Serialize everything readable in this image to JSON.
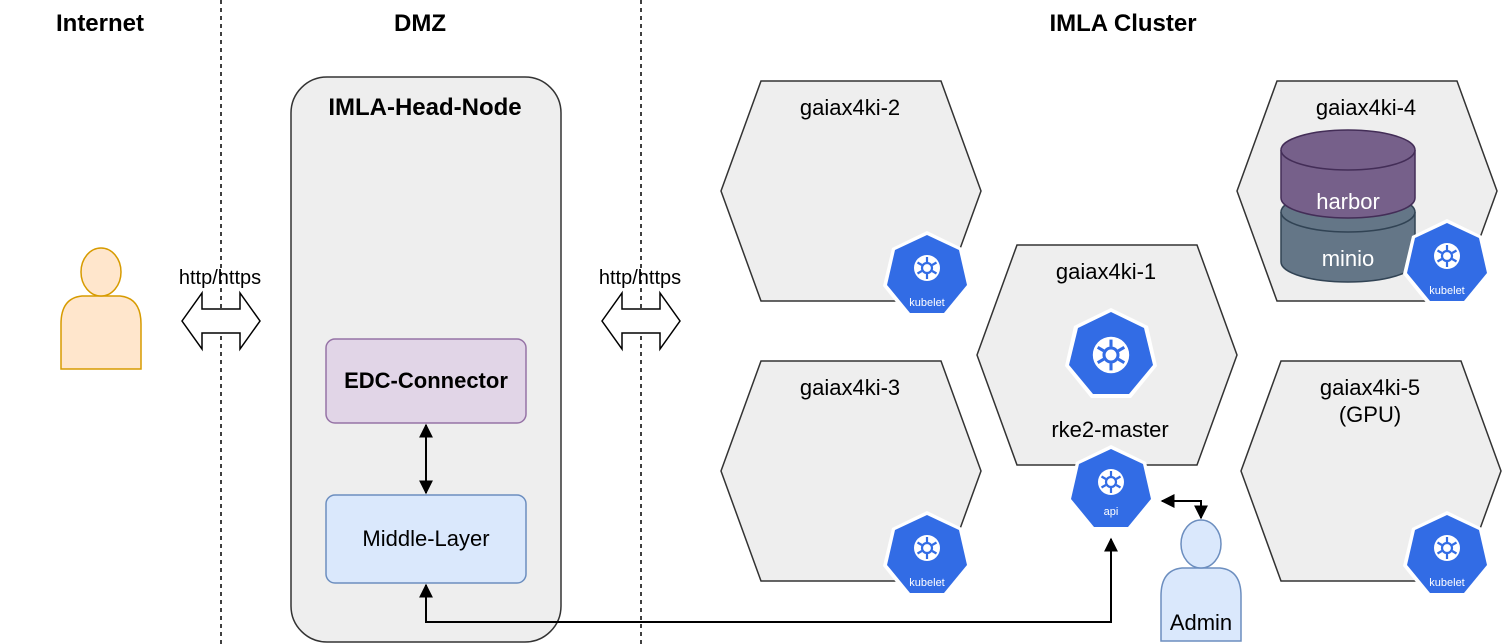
{
  "zones": {
    "internet": "Internet",
    "dmz": "DMZ",
    "cluster": "IMLA Cluster"
  },
  "head_node": {
    "title": "IMLA-Head-Node",
    "edc": "EDC-Connector",
    "middle": "Middle-Layer"
  },
  "protocols": {
    "left": "http/https",
    "right": "http/https"
  },
  "nodes": {
    "n2": {
      "name": "gaiax4ki-2"
    },
    "n3": {
      "name": "gaiax4ki-3"
    },
    "n4": {
      "name": "gaiax4ki-4"
    },
    "n5": {
      "name": "gaiax4ki-5",
      "sub": "(GPU)"
    },
    "n1": {
      "name": "gaiax4ki-1",
      "role": "rke2-master"
    }
  },
  "services": {
    "harbor": "harbor",
    "minio": "minio"
  },
  "k8s": {
    "kubelet": "kubelet",
    "api": "api"
  },
  "admin": "Admin",
  "colors": {
    "k8s_blue": "#326ce5",
    "hex_fill": "#eeeeee",
    "edc_fill": "#e1d5e7",
    "middle_fill": "#dae8fc",
    "harbor_fill": "#76608a",
    "minio_fill": "#647687",
    "user_fill": "#ffe6cc"
  }
}
